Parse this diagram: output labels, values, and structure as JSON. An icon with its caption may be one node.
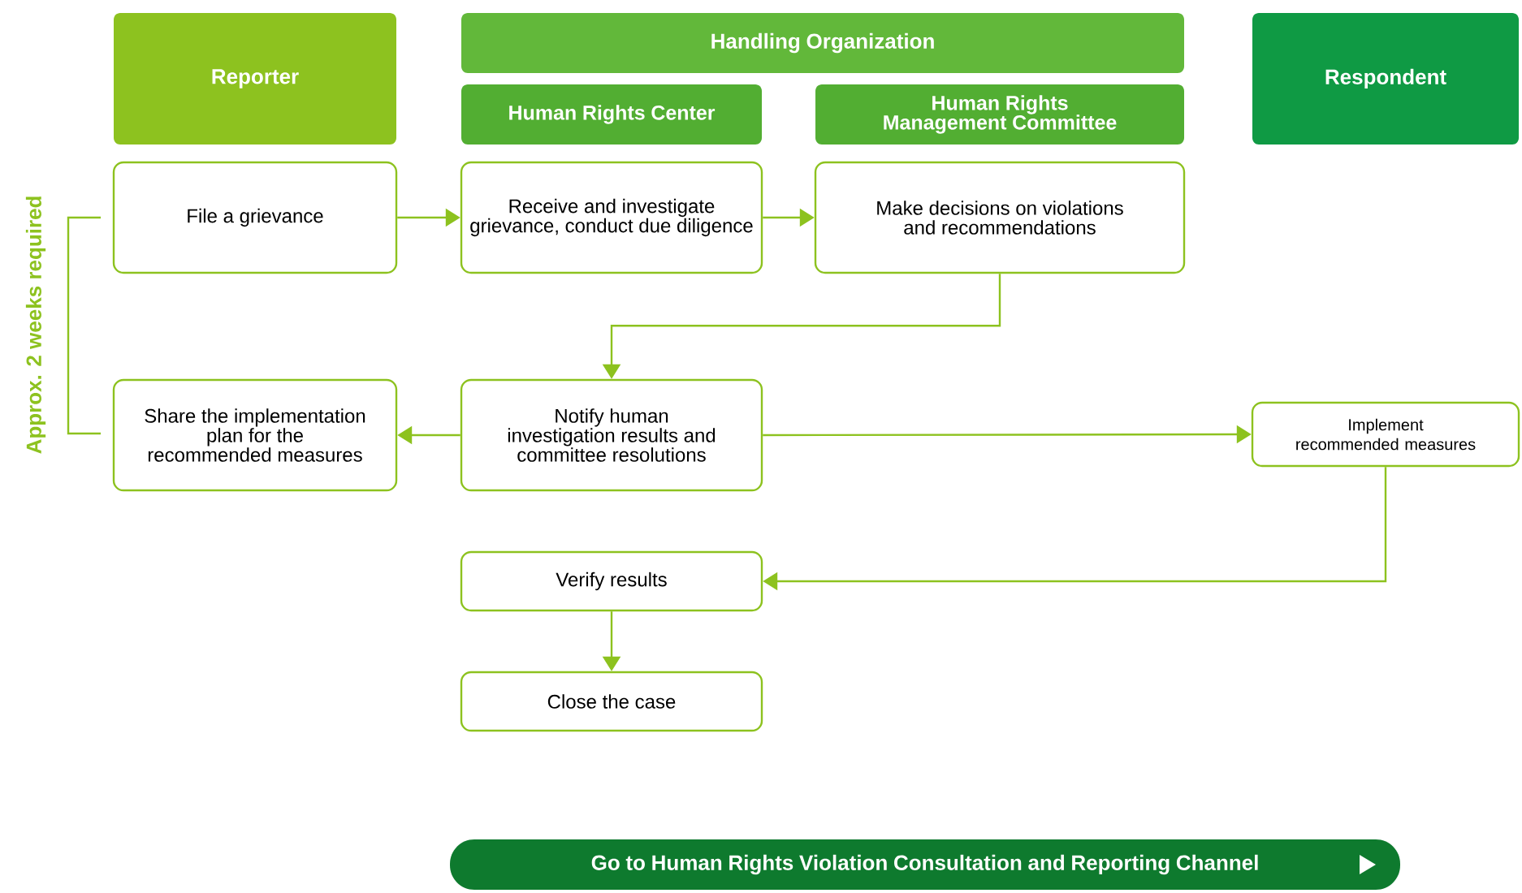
{
  "diagram": {
    "nodes": [
      {
        "text": [
          "Reporter"
        ]
      },
      {
        "text": [
          "Handling Organization"
        ]
      },
      {
        "text": [
          "Human Rights Center"
        ]
      },
      {
        "text": [
          "Human Rights Management Committee"
        ]
      },
      {
        "text": [
          "Respondent"
        ]
      },
      {
        "text": [
          "File a grievance"
        ]
      },
      {
        "text": [
          "Receive and investigate grievance, conduct due diligence"
        ]
      },
      {
        "text": [
          "Make decisions on violations and recommendations"
        ]
      },
      {
        "text": [
          "Share the implementation plan for the recommended measures"
        ]
      },
      {
        "text": [
          "Notify human investigation results and committee resolutions"
        ]
      },
      {
        "text": [
          "Implement recommended measures"
        ]
      },
      {
        "text": [
          "Verify results"
        ]
      },
      {
        "text": [
          "Close the case"
        ]
      },
      {
        "text": [
          "Go to Human Rights Violation Consultation and Reporting Channel"
        ]
      }
    ],
    "edges": [
      {
        "from": 5,
        "to": 6,
        "arrow": "to"
      },
      {
        "from": 6,
        "to": 7,
        "arrow": "to"
      },
      {
        "from": 7,
        "to": 9,
        "arrow": "to"
      },
      {
        "from": 9,
        "to": 8,
        "arrow": "to"
      },
      {
        "from": 9,
        "to": 10,
        "arrow": "to"
      },
      {
        "from": 10,
        "to": 11,
        "arrow": "to"
      },
      {
        "from": 11,
        "to": 12,
        "arrow": "to"
      }
    ],
    "labels": [
      "Approx. 2 weeks required"
    ]
  }
}
